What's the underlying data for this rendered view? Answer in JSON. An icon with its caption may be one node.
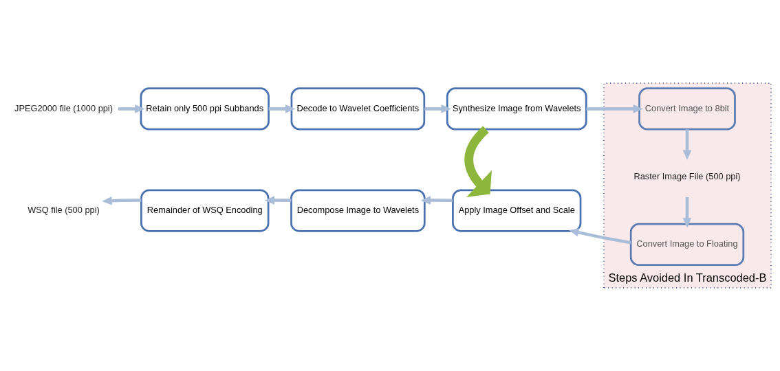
{
  "diagram": {
    "nodes": [
      {
        "text": [
          "JPEG2000 file (1000 ppi)"
        ]
      },
      {
        "text": [
          "Retain only 500 ppi Subbands"
        ]
      },
      {
        "text": [
          "Decode to Wavelet Coefficients"
        ]
      },
      {
        "text": [
          "Synthesize Image from Wavelets"
        ]
      },
      {
        "text": [
          "Steps Avoided In Transcoded-B"
        ]
      },
      {
        "text": [
          "Convert Image to 8bit"
        ],
        "in": 4
      },
      {
        "text": [
          "Raster Image File (500 ppi)"
        ],
        "in": 4
      },
      {
        "text": [
          "Convert Image to Floating"
        ],
        "in": 4
      },
      {
        "text": [
          "Apply Image Offset and Scale"
        ]
      },
      {
        "text": [
          "Decompose Image to Wavelets"
        ]
      },
      {
        "text": [
          "Remainder of WSQ Encoding"
        ]
      },
      {
        "text": [
          "WSQ file (500 ppi)"
        ]
      }
    ],
    "edges": [
      {
        "from": 0,
        "to": 1,
        "arrow": "to"
      },
      {
        "from": 1,
        "to": 2,
        "arrow": "to"
      },
      {
        "from": 2,
        "to": 3,
        "arrow": "to"
      },
      {
        "from": 3,
        "to": 5,
        "arrow": "to"
      },
      {
        "from": 5,
        "to": 6,
        "arrow": "to"
      },
      {
        "from": 6,
        "to": 7,
        "arrow": "to"
      },
      {
        "from": 7,
        "to": 8,
        "arrow": "to"
      },
      {
        "from": 3,
        "to": 8,
        "arrow": "to",
        "style": "thick",
        "color": "#8db63c"
      },
      {
        "from": 8,
        "to": 9,
        "arrow": "to"
      },
      {
        "from": 9,
        "to": 10,
        "arrow": "to"
      },
      {
        "from": 10,
        "to": 11,
        "arrow": "to"
      }
    ]
  }
}
